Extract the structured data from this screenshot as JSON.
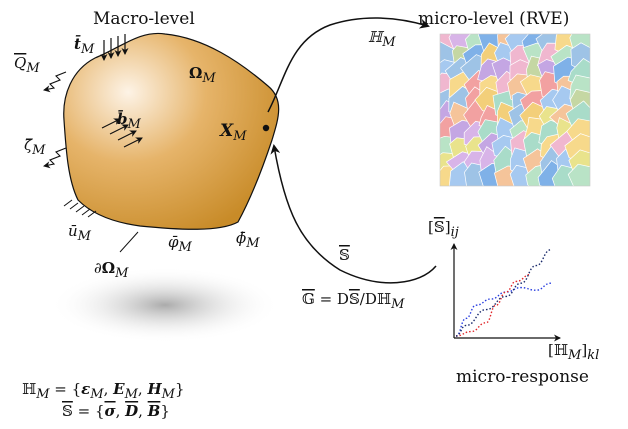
{
  "titles": {
    "macro": "Macro-level",
    "micro": "micro-level (RVE)",
    "response": "micro-response"
  },
  "labels": {
    "traction": "t̄M",
    "body_force": "b̄M",
    "Q": "Q̄M",
    "zeta": "ζ̄M",
    "u": "ūM",
    "domain": "ΩM",
    "point": "XM",
    "boundary": "∂ΩM",
    "phi_bar": "φ̄M",
    "phi": "ϕ̄M",
    "H_arrow": "ℍM",
    "S_arrow": "S̄",
    "G_def": "𝔾̄ = D S̄ / D ℍM",
    "yaxis": "[S̄]ij",
    "xaxis": "[ℍM]kl"
  },
  "equations": {
    "H_def": "ℍM = {εM, EM, HM}",
    "S_def": "S̄ = {σ̄, D̄, B̄}"
  },
  "colors": {
    "body_gradient_light": "#fdf3e6",
    "body_gradient_dark": "#c88b28",
    "curve_red": "#e0272a",
    "curve_blue": "#2a3fe0",
    "curve_navy": "#1a2a6b"
  },
  "chart_data": {
    "type": "line",
    "xlabel": "[ℍM]kl",
    "ylabel": "[S̄]ij",
    "series": [
      {
        "values_xy": [
          [
            0,
            0
          ],
          [
            0.1,
            0.2
          ],
          [
            0.2,
            0.35
          ],
          [
            0.35,
            0.42
          ],
          [
            0.5,
            0.5
          ],
          [
            0.65,
            0.55
          ],
          [
            0.8,
            0.52
          ],
          [
            0.95,
            0.6
          ]
        ],
        "color": "#2a3fe0",
        "style": "dotted"
      },
      {
        "values_xy": [
          [
            0,
            0
          ],
          [
            0.15,
            0.05
          ],
          [
            0.3,
            0.15
          ],
          [
            0.4,
            0.35
          ],
          [
            0.5,
            0.5
          ],
          [
            0.6,
            0.62
          ],
          [
            0.75,
            0.7
          ]
        ],
        "color": "#e0272a",
        "style": "dotted"
      },
      {
        "values_xy": [
          [
            0,
            0
          ],
          [
            0.1,
            0.12
          ],
          [
            0.3,
            0.3
          ],
          [
            0.5,
            0.45
          ],
          [
            0.65,
            0.6
          ],
          [
            0.8,
            0.8
          ],
          [
            0.95,
            0.98
          ]
        ],
        "color": "#1a2a6b",
        "style": "dotted"
      }
    ]
  }
}
